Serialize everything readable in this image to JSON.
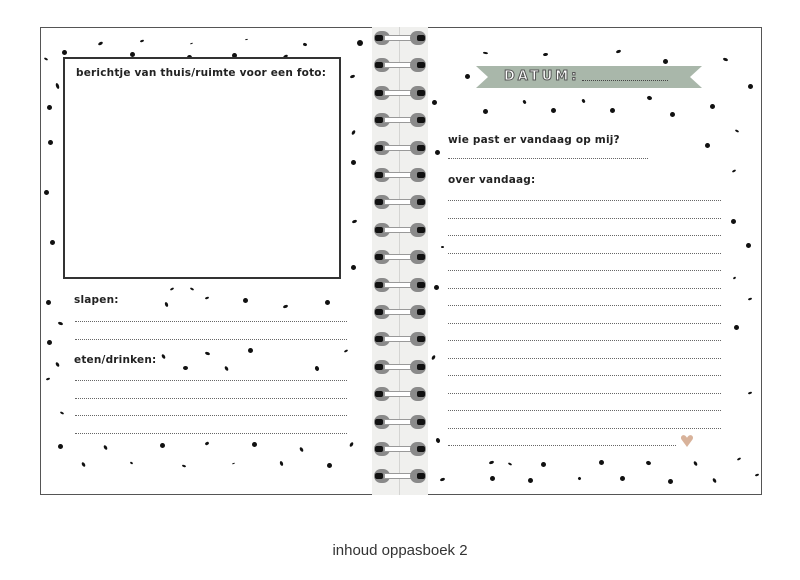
{
  "left_page": {
    "photo_label": "berichtje van thuis/ruimte voor een foto:",
    "sleep_label": "slapen:",
    "sleep_line_count": 2,
    "food_label": "eten/drinken:",
    "food_line_count": 4
  },
  "right_page": {
    "date_label": "DATUM:",
    "who_label": "wie past er vandaag op mij?",
    "who_line_count": 1,
    "today_label": "over vandaag:",
    "today_line_count": 15,
    "heart_icon": "heart-icon"
  },
  "colors": {
    "banner": "#a9b7aa",
    "heart": "#d8b29a",
    "ink": "#111111",
    "spine": "#f0f0ee"
  },
  "caption": "inhoud oppasboek 2"
}
